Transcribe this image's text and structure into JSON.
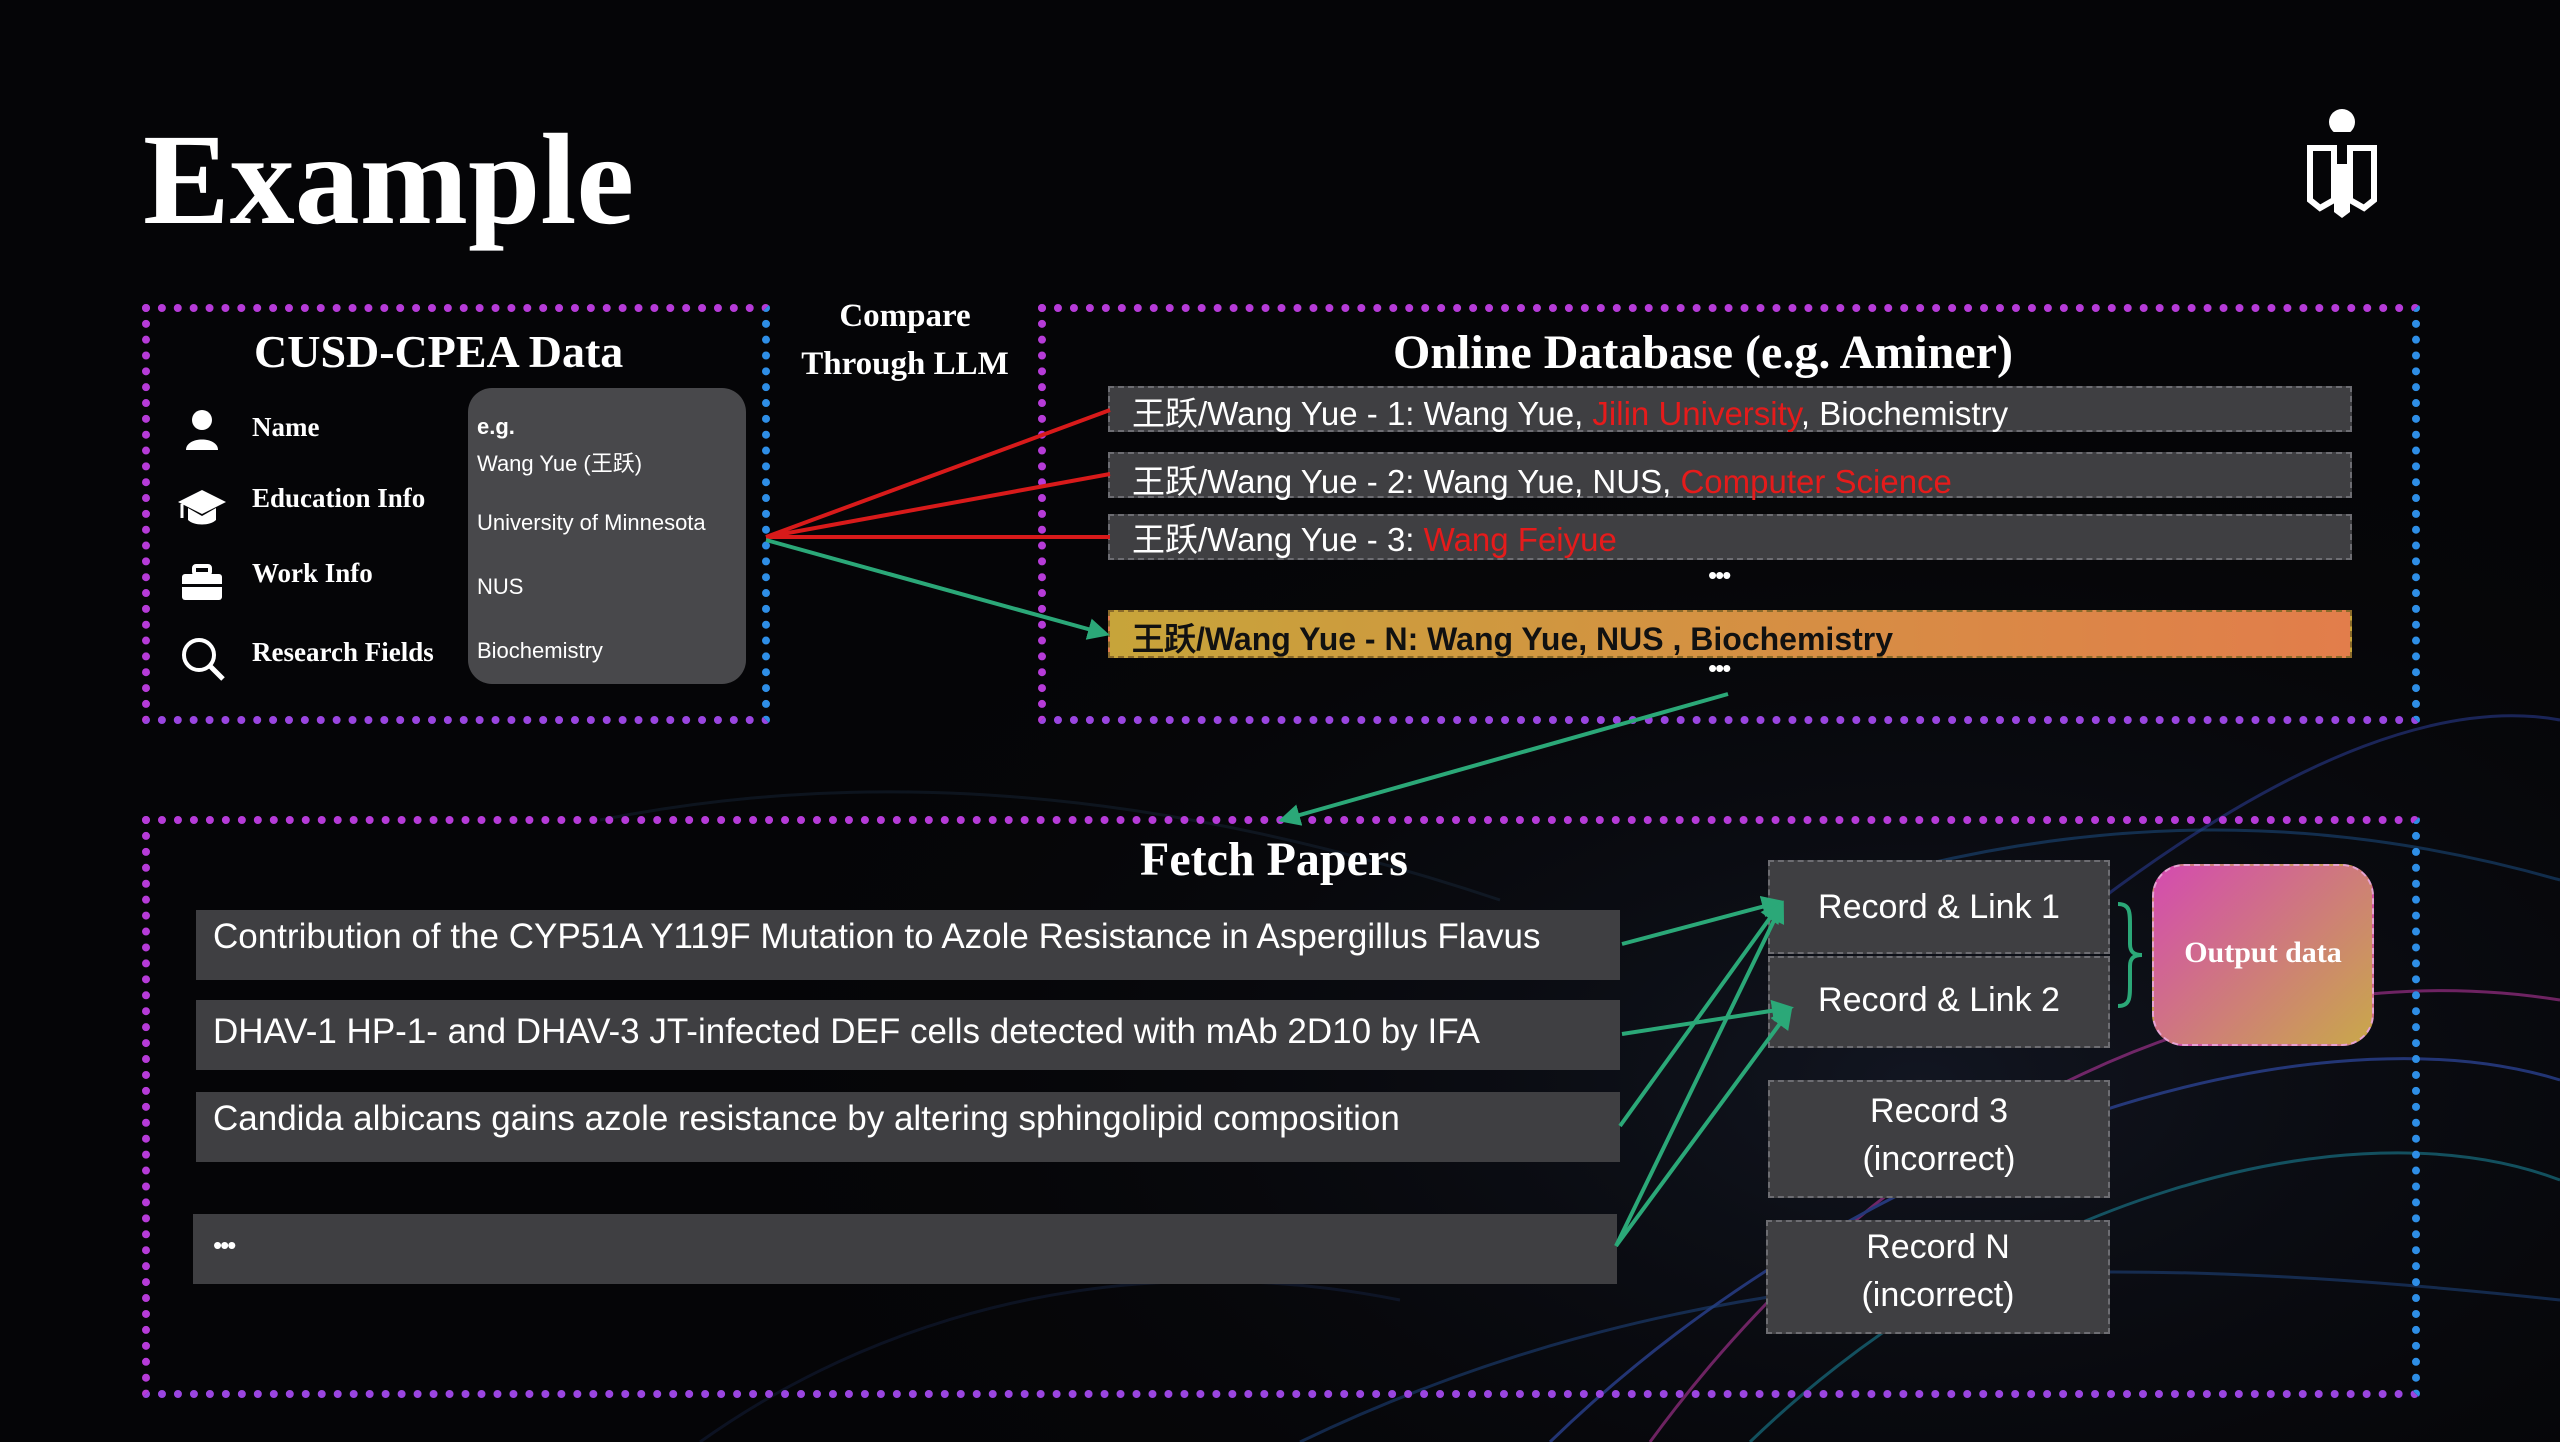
{
  "slide_title": "Example",
  "left_panel": {
    "title": "CUSD-CPEA Data",
    "fields": [
      {
        "label": "Name",
        "icon": "person-icon"
      },
      {
        "label": "Education Info",
        "icon": "graduation-cap-icon"
      },
      {
        "label": "Work Info",
        "icon": "briefcase-icon"
      },
      {
        "label": "Research Fields",
        "icon": "search-icon"
      }
    ],
    "example_prefix": "e.g.",
    "example_values": [
      "Wang Yue (王跃)",
      "University of Minnesota",
      "NUS",
      "Biochemistry"
    ]
  },
  "compare_label": {
    "line1": "Compare",
    "line2": "Through LLM"
  },
  "right_panel": {
    "title": "Online Database (e.g. Aminer)",
    "candidates": [
      {
        "prefix": "王跃/Wang Yue - 1: Wang Yue, ",
        "mismatch": "Jilin University",
        "suffix": ", Biochemistry"
      },
      {
        "prefix": "王跃/Wang Yue - 2: Wang Yue, NUS, ",
        "mismatch": "Computer Science",
        "suffix": ""
      },
      {
        "prefix": "王跃/Wang Yue - 3: ",
        "mismatch": "Wang Feiyue",
        "suffix": ""
      }
    ],
    "ellipsis": "•••",
    "match": "王跃/Wang Yue - N: Wang Yue, NUS , Biochemistry",
    "ellipsis_after": "•••"
  },
  "bottom_panel": {
    "title": "Fetch Papers",
    "papers": [
      "Contribution of the CYP51A Y119F Mutation to Azole Resistance in Aspergillus Flavus",
      "DHAV-1 HP-1- and DHAV-3 JT-infected DEF cells detected with mAb 2D10 by IFA",
      "Candida albicans gains azole resistance by altering sphingolipid composition",
      "•••"
    ],
    "records": [
      {
        "line1": "Record & Link 1",
        "line2": ""
      },
      {
        "line1": "Record & Link 2",
        "line2": ""
      },
      {
        "line1": "Record 3",
        "line2": "(incorrect)"
      },
      {
        "line1": "Record N",
        "line2": "(incorrect)"
      }
    ],
    "output_label": "Output data"
  },
  "colors": {
    "mismatch_text": "#e51b1b",
    "mismatch_arrow": "#d81a1a",
    "match_arrow": "#2ba878",
    "panel_border_magenta": "#b63bd8",
    "panel_border_blue": "#2e8ee6",
    "row_background": "#3f3f42",
    "match_gradient_start": "#c7a43a",
    "match_gradient_end": "#e27d4b",
    "output_gradient_start": "#d44bb0",
    "output_gradient_end": "#c9a84a"
  },
  "logo": "university-logo"
}
